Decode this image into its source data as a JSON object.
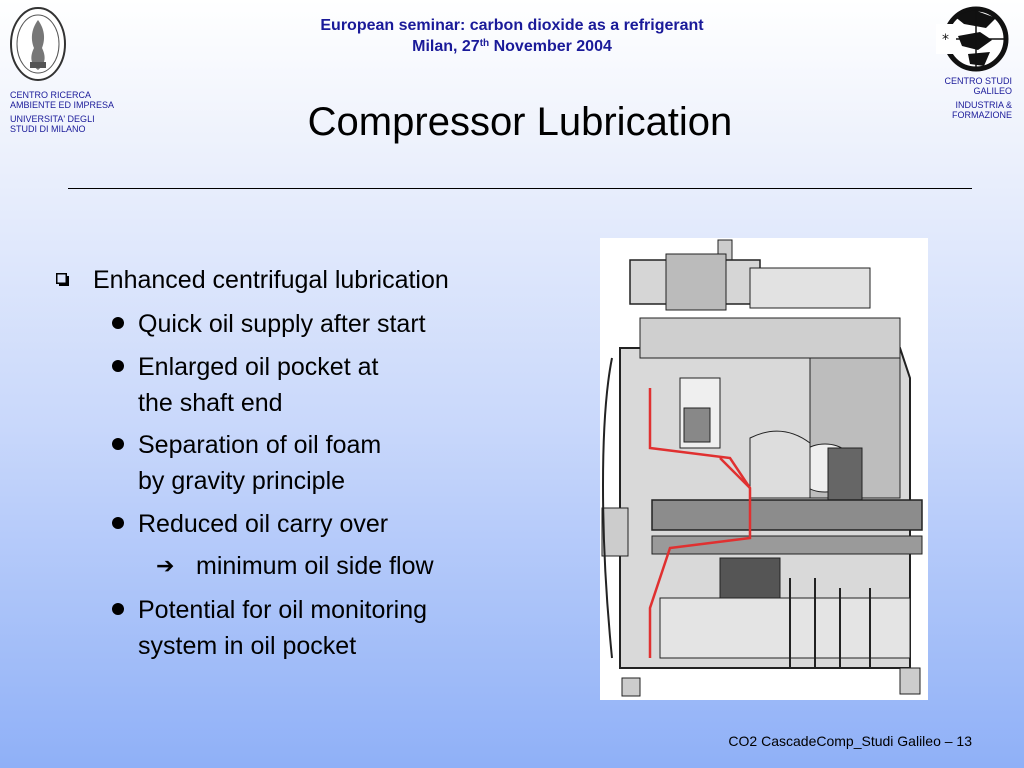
{
  "header": {
    "seminar_line1": "European seminar: carbon dioxide as a refrigerant",
    "seminar_line2_pre": "Milan, 27",
    "seminar_line2_sup": "th",
    "seminar_line2_post": " November 2004"
  },
  "left_org": {
    "line1": "CENTRO RICERCA",
    "line2": "AMBIENTE ED IMPRESA",
    "line3": "UNIVERSITA' DEGLI",
    "line4": "STUDI DI MILANO"
  },
  "right_org": {
    "line1": "CENTRO STUDI",
    "line2": "GALILEO",
    "line3": "INDUSTRIA &",
    "line4": "FORMAZIONE"
  },
  "title": "Compressor Lubrication",
  "bullets": {
    "main": "Enhanced centrifugal lubrication",
    "sub1": "Quick oil supply after start",
    "sub2_line1": "Enlarged oil pocket at",
    "sub2_line2": "the shaft end",
    "sub3_line1": "Separation of oil foam",
    "sub3_line2": "by gravity principle",
    "sub4": "Reduced oil carry over",
    "sub4_arrow": "minimum oil side flow",
    "sub5_line1": "Potential for oil monitoring",
    "sub5_line2": "system in oil pocket"
  },
  "footer": "CO2 CascadeComp_Studi Galileo – 13",
  "colors": {
    "accent_blue": "#1a1a99",
    "oil_line_red": "#e03030"
  }
}
